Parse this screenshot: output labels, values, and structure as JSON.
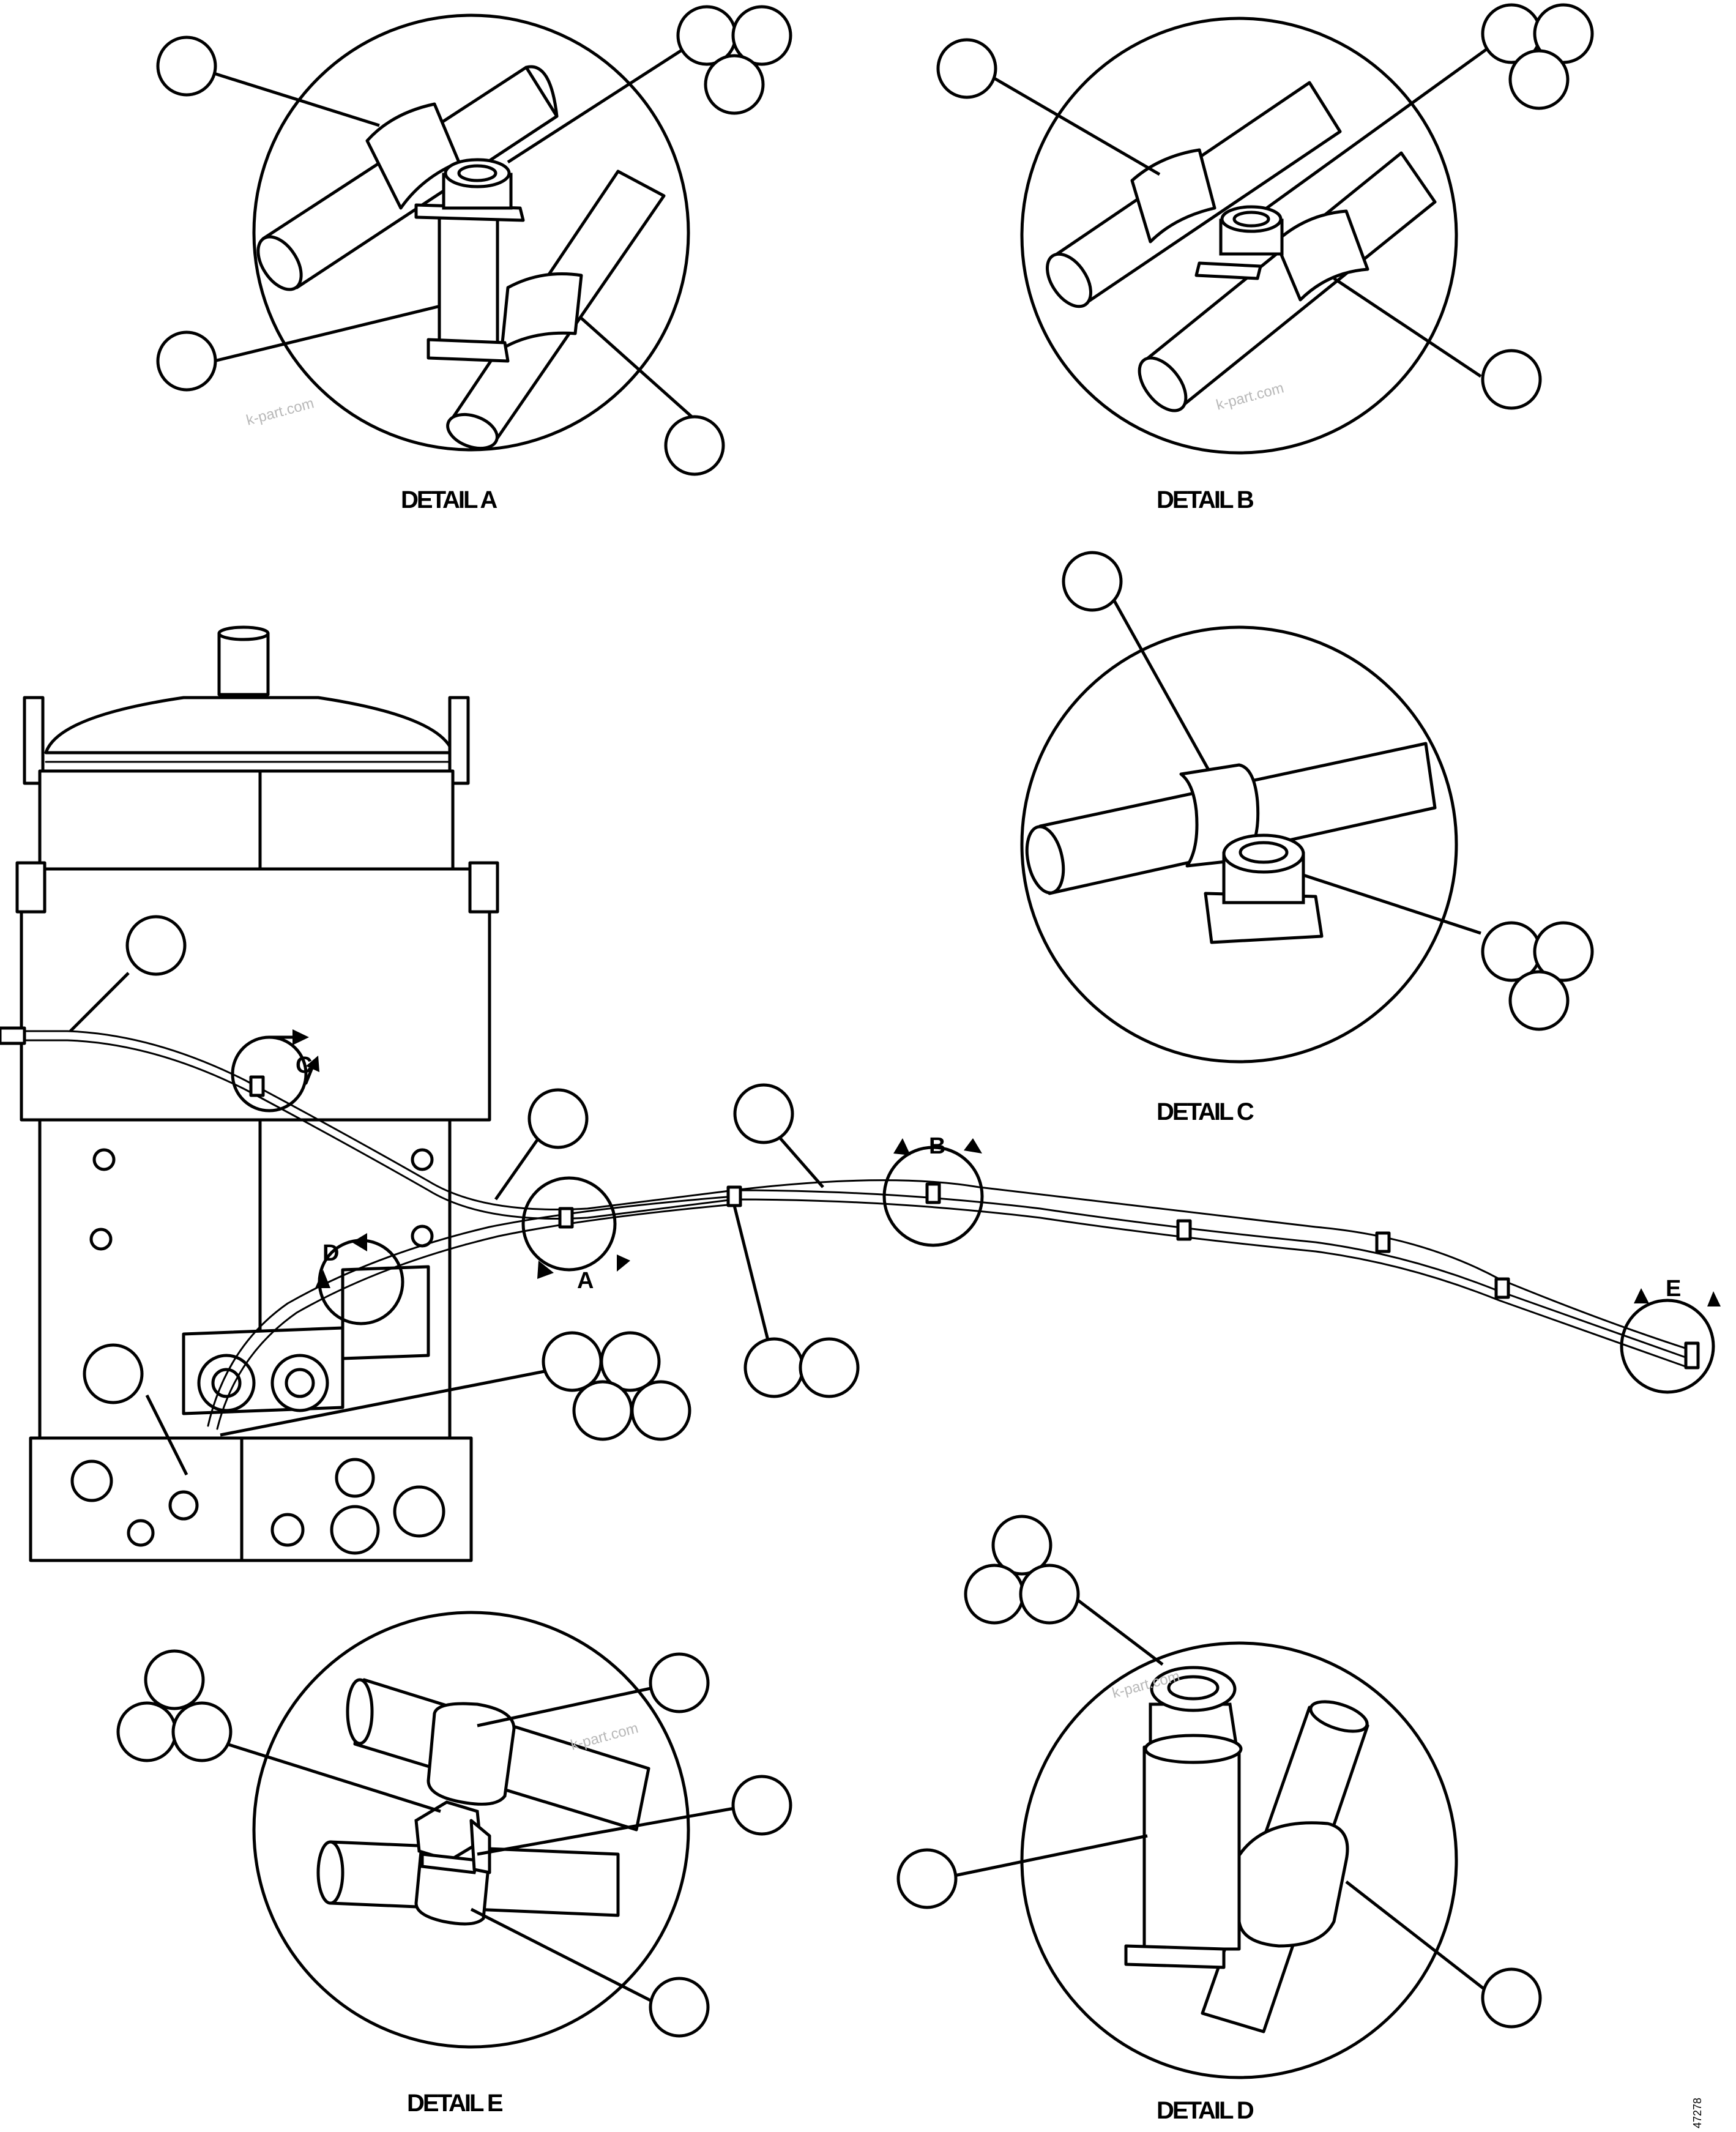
{
  "details": {
    "a": {
      "title": "DETAIL A"
    },
    "b": {
      "title": "DETAIL B"
    },
    "c": {
      "title": "DETAIL C"
    },
    "d": {
      "title": "DETAIL D"
    },
    "e": {
      "title": "DETAIL E"
    }
  },
  "view_markers": {
    "a": "A",
    "b": "B",
    "c": "C",
    "d": "D",
    "e": "E"
  },
  "watermark": "k-part.com",
  "figure_number": "47278"
}
